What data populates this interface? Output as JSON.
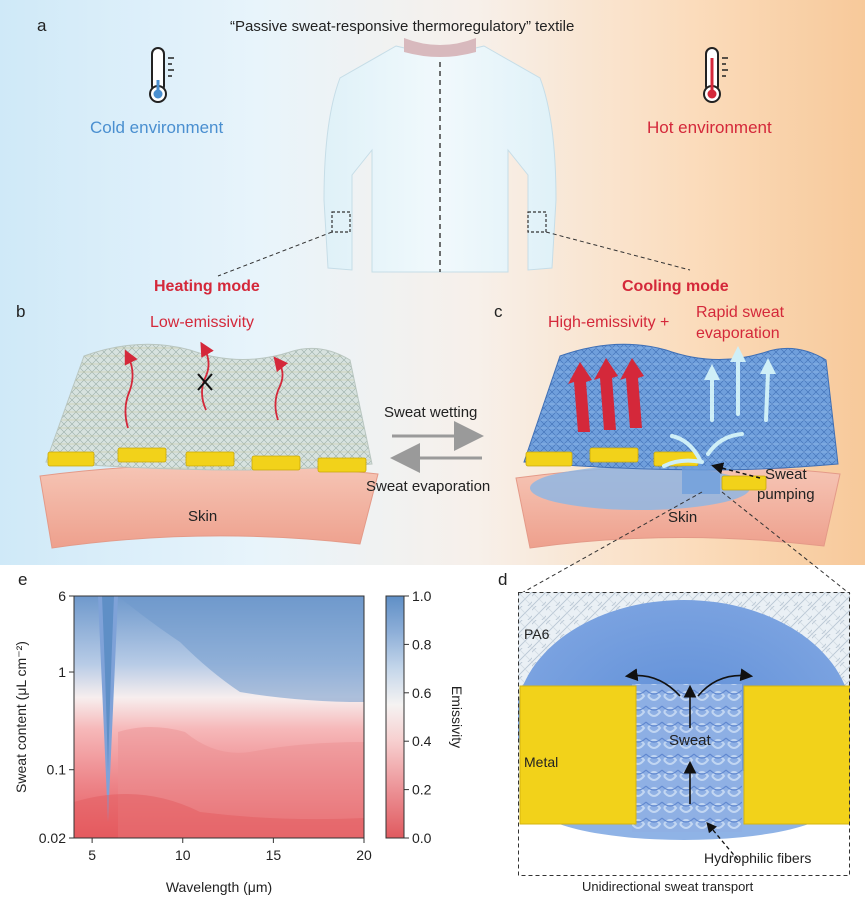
{
  "top": {
    "title": "“Passive sweat-responsive thermoregulatory” textile",
    "cold_label": "Cold environment",
    "hot_label": "Hot environment",
    "heating_mode": "Heating mode",
    "cooling_mode": "Cooling mode",
    "low_emissivity": "Low-emissivity",
    "high_emissivity": "High-emissivity +",
    "rapid_sweat": "Rapid sweat",
    "evaporation": "evaporation",
    "sweat_wetting": "Sweat wetting",
    "sweat_evaporation": "Sweat evaporation",
    "skin": "Skin",
    "sweat_pumping_1": "Sweat",
    "sweat_pumping_2": "pumping"
  },
  "panels": {
    "a": "a",
    "b": "b",
    "c": "c",
    "d": "d",
    "e": "e"
  },
  "detail": {
    "pa6": "PA6",
    "metal": "Metal",
    "sweat": "Sweat",
    "fibers": "Hydrophilic fibers",
    "caption": "Unidirectional sweat transport"
  },
  "colors": {
    "hot": "#d4283a",
    "cold": "#4a8fd0",
    "metal": "#f2d21a"
  },
  "chart_data": {
    "type": "heatmap",
    "xlabel": "Wavelength (μm)",
    "ylabel": "Sweat content (μL cm⁻²)",
    "colorbar_label": "Emissivity",
    "x_ticks": [
      "5",
      "10",
      "15",
      "20"
    ],
    "y_ticks": [
      "6",
      "1",
      "0.1",
      "0.02"
    ],
    "xlim": [
      4,
      20
    ],
    "ylim": [
      0.02,
      6
    ],
    "y_scale": "log",
    "colorbar_ticks": [
      "1.0",
      "0.8",
      "0.6",
      "0.4",
      "0.2",
      "0.0"
    ],
    "colorbar_range": [
      0,
      1
    ]
  }
}
